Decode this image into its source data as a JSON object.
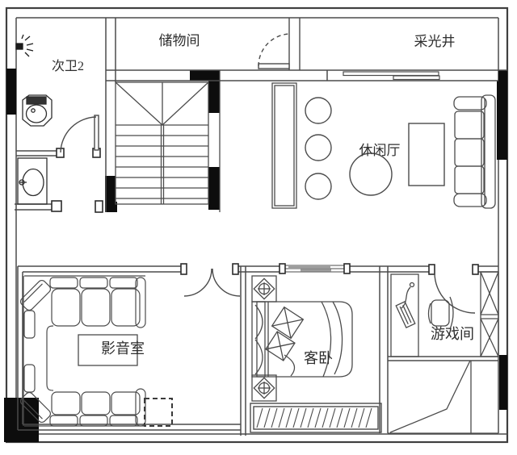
{
  "plan": {
    "rooms": [
      {
        "id": "second-bath",
        "label": "次卫2"
      },
      {
        "id": "storage",
        "label": "储物间"
      },
      {
        "id": "light-well",
        "label": "采光井"
      },
      {
        "id": "lounge",
        "label": "休闲厅"
      },
      {
        "id": "media-room",
        "label": "影音室"
      },
      {
        "id": "guest-bedroom",
        "label": "客卧"
      },
      {
        "id": "game-room",
        "label": "游戏间"
      }
    ],
    "colors": {
      "line": "#4b4b4b",
      "wall_fill": "#0d0d0d",
      "window_sash": "#9c9c9c",
      "background": "#ffffff"
    }
  }
}
